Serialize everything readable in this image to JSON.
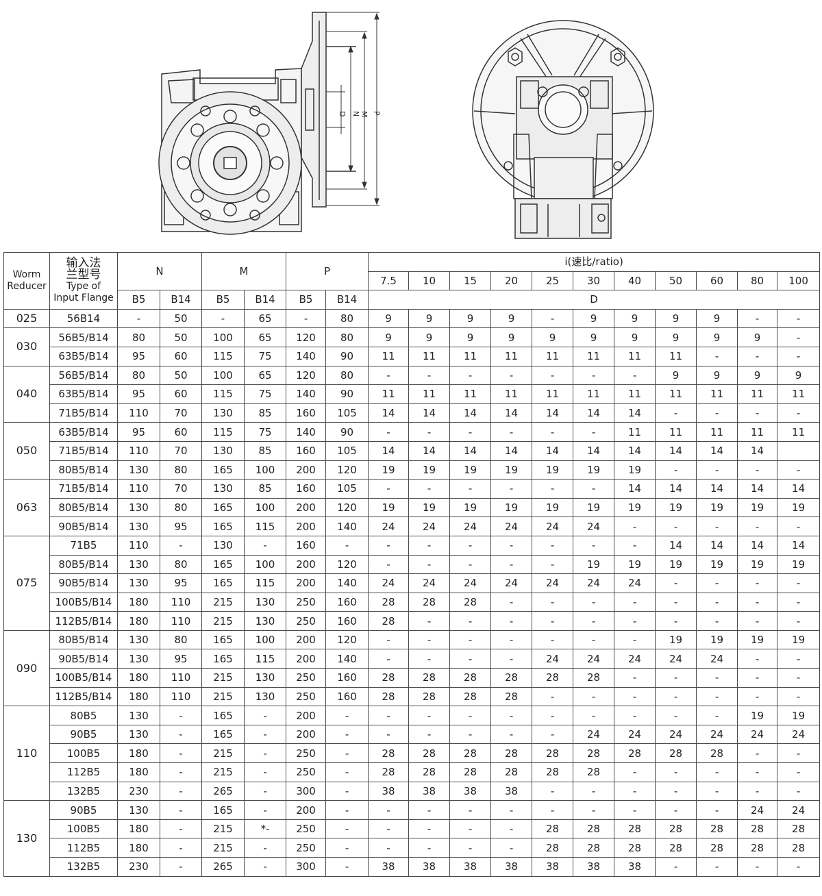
{
  "drawing_labels": {
    "D": "D",
    "N": "N",
    "M": "M",
    "P": "P"
  },
  "headers": {
    "reducer": "Worm Reducer",
    "flange_zh_1": "输入法",
    "flange_zh_2": "兰型号",
    "flange_en_1": "Type of",
    "flange_en_2": "Input Flange",
    "N": "N",
    "M": "M",
    "P": "P",
    "B5": "B5",
    "B14": "B14",
    "ratio": "i(速比/ratio)",
    "D": "D",
    "ratios": [
      "7.5",
      "10",
      "15",
      "20",
      "25",
      "30",
      "40",
      "50",
      "60",
      "80",
      "100"
    ]
  },
  "groups": [
    {
      "model": "025",
      "rows": [
        {
          "flange": "56B14",
          "nb5": "-",
          "nb14": "50",
          "mb5": "-",
          "mb14": "65",
          "pb5": "-",
          "pb14": "80",
          "d": [
            "9",
            "9",
            "9",
            "9",
            "-",
            "9",
            "9",
            "9",
            "9",
            "-",
            "-"
          ]
        }
      ]
    },
    {
      "model": "030",
      "rows": [
        {
          "flange": "56B5/B14",
          "nb5": "80",
          "nb14": "50",
          "mb5": "100",
          "mb14": "65",
          "pb5": "120",
          "pb14": "80",
          "d": [
            "9",
            "9",
            "9",
            "9",
            "9",
            "9",
            "9",
            "9",
            "9",
            "9",
            "-"
          ]
        },
        {
          "flange": "63B5/B14",
          "nb5": "95",
          "nb14": "60",
          "mb5": "115",
          "mb14": "75",
          "pb5": "140",
          "pb14": "90",
          "d": [
            "11",
            "11",
            "11",
            "11",
            "11",
            "11",
            "11",
            "11",
            "-",
            "-",
            "-"
          ]
        }
      ]
    },
    {
      "model": "040",
      "rows": [
        {
          "flange": "56B5/B14",
          "nb5": "80",
          "nb14": "50",
          "mb5": "100",
          "mb14": "65",
          "pb5": "120",
          "pb14": "80",
          "d": [
            "-",
            "-",
            "-",
            "-",
            "-",
            "-",
            "-",
            "9",
            "9",
            "9",
            "9"
          ]
        },
        {
          "flange": "63B5/B14",
          "nb5": "95",
          "nb14": "60",
          "mb5": "115",
          "mb14": "75",
          "pb5": "140",
          "pb14": "90",
          "d": [
            "11",
            "11",
            "11",
            "11",
            "11",
            "11",
            "11",
            "11",
            "11",
            "11",
            "11"
          ]
        },
        {
          "flange": "71B5/B14",
          "nb5": "110",
          "nb14": "70",
          "mb5": "130",
          "mb14": "85",
          "pb5": "160",
          "pb14": "105",
          "d": [
            "14",
            "14",
            "14",
            "14",
            "14",
            "14",
            "14",
            "-",
            "-",
            "-",
            "-"
          ]
        }
      ]
    },
    {
      "model": "050",
      "rows": [
        {
          "flange": "63B5/B14",
          "nb5": "95",
          "nb14": "60",
          "mb5": "115",
          "mb14": "75",
          "pb5": "140",
          "pb14": "90",
          "d": [
            "-",
            "-",
            "-",
            "-",
            "-",
            "-",
            "11",
            "11",
            "11",
            "11",
            "11"
          ]
        },
        {
          "flange": "71B5/B14",
          "nb5": "110",
          "nb14": "70",
          "mb5": "130",
          "mb14": "85",
          "pb5": "160",
          "pb14": "105",
          "d": [
            "14",
            "14",
            "14",
            "14",
            "14",
            "14",
            "14",
            "14",
            "14",
            "14",
            ""
          ]
        },
        {
          "flange": "80B5/B14",
          "nb5": "130",
          "nb14": "80",
          "mb5": "165",
          "mb14": "100",
          "pb5": "200",
          "pb14": "120",
          "d": [
            "19",
            "19",
            "19",
            "19",
            "19",
            "19",
            "19",
            "-",
            "-",
            "-",
            "-"
          ]
        }
      ]
    },
    {
      "model": "063",
      "rows": [
        {
          "flange": "71B5/B14",
          "nb5": "110",
          "nb14": "70",
          "mb5": "130",
          "mb14": "85",
          "pb5": "160",
          "pb14": "105",
          "d": [
            "-",
            "-",
            "-",
            "-",
            "-",
            "-",
            "14",
            "14",
            "14",
            "14",
            "14"
          ]
        },
        {
          "flange": "80B5/B14",
          "nb5": "130",
          "nb14": "80",
          "mb5": "165",
          "mb14": "100",
          "pb5": "200",
          "pb14": "120",
          "d": [
            "19",
            "19",
            "19",
            "19",
            "19",
            "19",
            "19",
            "19",
            "19",
            "19",
            "19"
          ]
        },
        {
          "flange": "90B5/B14",
          "nb5": "130",
          "nb14": "95",
          "mb5": "165",
          "mb14": "115",
          "pb5": "200",
          "pb14": "140",
          "d": [
            "24",
            "24",
            "24",
            "24",
            "24",
            "24",
            "-",
            "-",
            "-",
            "-",
            "-"
          ]
        }
      ]
    },
    {
      "model": "075",
      "rows": [
        {
          "flange": "71B5",
          "nb5": "110",
          "nb14": "-",
          "mb5": "130",
          "mb14": "-",
          "pb5": "160",
          "pb14": "-",
          "d": [
            "-",
            "-",
            "-",
            "-",
            "-",
            "-",
            "-",
            "14",
            "14",
            "14",
            "14"
          ]
        },
        {
          "flange": "80B5/B14",
          "nb5": "130",
          "nb14": "80",
          "mb5": "165",
          "mb14": "100",
          "pb5": "200",
          "pb14": "120",
          "d": [
            "-",
            "-",
            "-",
            "-",
            "-",
            "19",
            "19",
            "19",
            "19",
            "19",
            "19"
          ]
        },
        {
          "flange": "90B5/B14",
          "nb5": "130",
          "nb14": "95",
          "mb5": "165",
          "mb14": "115",
          "pb5": "200",
          "pb14": "140",
          "d": [
            "24",
            "24",
            "24",
            "24",
            "24",
            "24",
            "24",
            "-",
            "-",
            "-",
            "-"
          ]
        },
        {
          "flange": "100B5/B14",
          "nb5": "180",
          "nb14": "110",
          "mb5": "215",
          "mb14": "130",
          "pb5": "250",
          "pb14": "160",
          "d": [
            "28",
            "28",
            "28",
            "-",
            "-",
            "-",
            "-",
            "-",
            "-",
            "-",
            "-"
          ]
        },
        {
          "flange": "112B5/B14",
          "nb5": "180",
          "nb14": "110",
          "mb5": "215",
          "mb14": "130",
          "pb5": "250",
          "pb14": "160",
          "d": [
            "28",
            "-",
            "-",
            "-",
            "-",
            "-",
            "-",
            "-",
            "-",
            "-",
            "-"
          ]
        }
      ]
    },
    {
      "model": "090",
      "rows": [
        {
          "flange": "80B5/B14",
          "nb5": "130",
          "nb14": "80",
          "mb5": "165",
          "mb14": "100",
          "pb5": "200",
          "pb14": "120",
          "d": [
            "-",
            "-",
            "-",
            "-",
            "-",
            "-",
            "-",
            "19",
            "19",
            "19",
            "19"
          ]
        },
        {
          "flange": "90B5/B14",
          "nb5": "130",
          "nb14": "95",
          "mb5": "165",
          "mb14": "115",
          "pb5": "200",
          "pb14": "140",
          "d": [
            "-",
            "-",
            "-",
            "-",
            "24",
            "24",
            "24",
            "24",
            "24",
            "-",
            "-"
          ]
        },
        {
          "flange": "100B5/B14",
          "nb5": "180",
          "nb14": "110",
          "mb5": "215",
          "mb14": "130",
          "pb5": "250",
          "pb14": "160",
          "d": [
            "28",
            "28",
            "28",
            "28",
            "28",
            "28",
            "-",
            "-",
            "-",
            "-",
            "-"
          ]
        },
        {
          "flange": "112B5/B14",
          "nb5": "180",
          "nb14": "110",
          "mb5": "215",
          "mb14": "130",
          "pb5": "250",
          "pb14": "160",
          "d": [
            "28",
            "28",
            "28",
            "28",
            "-",
            "-",
            "-",
            "-",
            "-",
            "-",
            "-"
          ]
        }
      ]
    },
    {
      "model": "110",
      "rows": [
        {
          "flange": "80B5",
          "nb5": "130",
          "nb14": "-",
          "mb5": "165",
          "mb14": "-",
          "pb5": "200",
          "pb14": "-",
          "d": [
            "-",
            "-",
            "-",
            "-",
            "-",
            "-",
            "-",
            "-",
            "-",
            "19",
            "19"
          ]
        },
        {
          "flange": "90B5",
          "nb5": "130",
          "nb14": "-",
          "mb5": "165",
          "mb14": "-",
          "pb5": "200",
          "pb14": "-",
          "d": [
            "-",
            "-",
            "-",
            "-",
            "-",
            "24",
            "24",
            "24",
            "24",
            "24",
            "24"
          ]
        },
        {
          "flange": "100B5",
          "nb5": "180",
          "nb14": "-",
          "mb5": "215",
          "mb14": "-",
          "pb5": "250",
          "pb14": "-",
          "d": [
            "28",
            "28",
            "28",
            "28",
            "28",
            "28",
            "28",
            "28",
            "28",
            "-",
            "-"
          ]
        },
        {
          "flange": "112B5",
          "nb5": "180",
          "nb14": "-",
          "mb5": "215",
          "mb14": "-",
          "pb5": "250",
          "pb14": "-",
          "d": [
            "28",
            "28",
            "28",
            "28",
            "28",
            "28",
            "-",
            "-",
            "-",
            "-",
            "-"
          ]
        },
        {
          "flange": "132B5",
          "nb5": "230",
          "nb14": "-",
          "mb5": "265",
          "mb14": "-",
          "pb5": "300",
          "pb14": "-",
          "d": [
            "38",
            "38",
            "38",
            "38",
            "-",
            "-",
            "-",
            "-",
            "-",
            "-",
            "-"
          ]
        }
      ]
    },
    {
      "model": "130",
      "rows": [
        {
          "flange": "90B5",
          "nb5": "130",
          "nb14": "-",
          "mb5": "165",
          "mb14": "-",
          "pb5": "200",
          "pb14": "-",
          "d": [
            "-",
            "-",
            "-",
            "-",
            "-",
            "-",
            "-",
            "-",
            "-",
            "24",
            "24"
          ]
        },
        {
          "flange": "100B5",
          "nb5": "180",
          "nb14": "-",
          "mb5": "215",
          "mb14": "*-",
          "pb5": "250",
          "pb14": "-",
          "d": [
            "-",
            "-",
            "-",
            "-",
            "28",
            "28",
            "28",
            "28",
            "28",
            "28",
            "28"
          ]
        },
        {
          "flange": "112B5",
          "nb5": "180",
          "nb14": "-",
          "mb5": "215",
          "mb14": "-",
          "pb5": "250",
          "pb14": "-",
          "d": [
            "-",
            "-",
            "-",
            "-",
            "28",
            "28",
            "28",
            "28",
            "28",
            "28",
            "28"
          ]
        },
        {
          "flange": "132B5",
          "nb5": "230",
          "nb14": "-",
          "mb5": "265",
          "mb14": "-",
          "pb5": "300",
          "pb14": "-",
          "d": [
            "38",
            "38",
            "38",
            "38",
            "38",
            "38",
            "38",
            "-",
            "-",
            "-",
            "-"
          ]
        }
      ]
    }
  ]
}
